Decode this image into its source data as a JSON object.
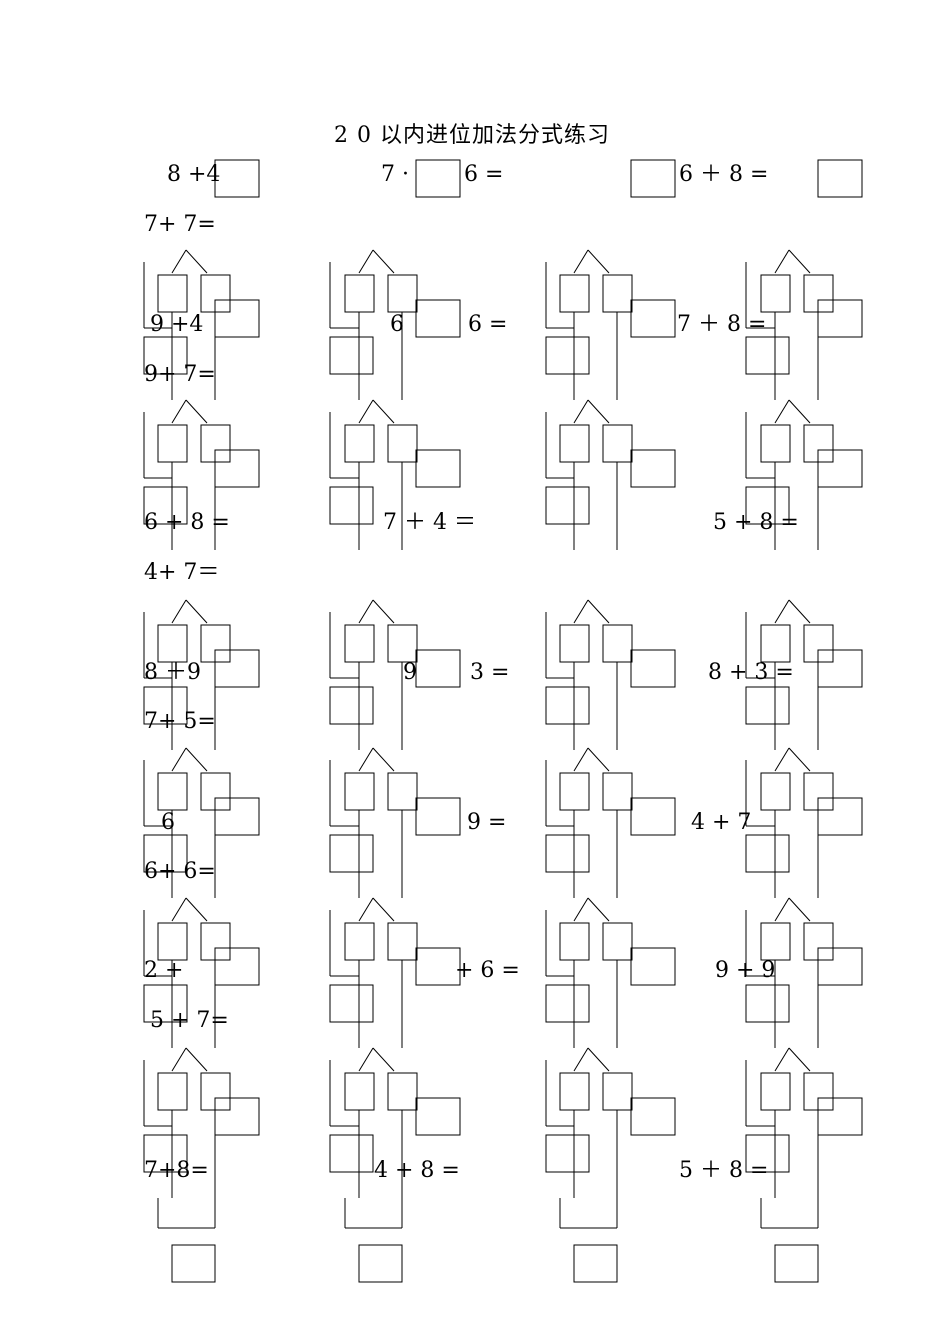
{
  "title": "2 0 以内进位加法分式练习",
  "layer_a": [
    {
      "row": 1,
      "items": [
        "8 +4",
        "7 ·",
        "6 =",
        "6 ＋ 8 =",
        "7+ 7="
      ]
    },
    {
      "row": 2,
      "items": [
        "9 +4",
        "6",
        "6 =",
        "7 ＋ 8 =",
        "9+ 7="
      ]
    },
    {
      "row": 3,
      "items": [
        "6 + 8 =",
        "7 ＋ 4 ＝",
        "5 + 8 =",
        "4+ 7＝"
      ]
    },
    {
      "row": 4,
      "items": [
        "8 ＋9",
        "9",
        "3 =",
        "8 + 3 =",
        "7+ 5="
      ]
    },
    {
      "row": 5,
      "items": [
        "6",
        "9 =",
        "4 + 7",
        "6+ 6="
      ]
    },
    {
      "row": 6,
      "items": [
        "2 +",
        "+ 6 =",
        "9 + 9",
        "5 + 7="
      ]
    },
    {
      "row": 7,
      "items": [
        "7+8=",
        "4 + 8 =",
        "5 ＋ 8 ="
      ]
    }
  ]
}
